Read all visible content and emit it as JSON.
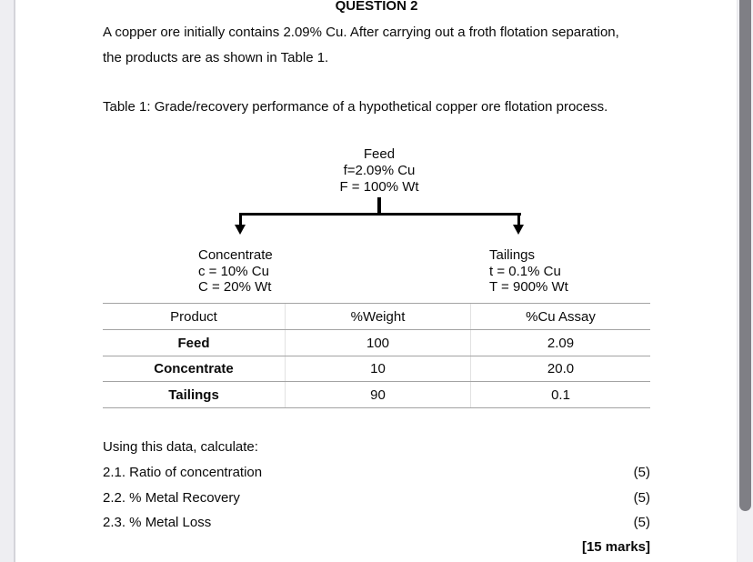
{
  "page": {
    "title": "QUESTION 2",
    "intro_line1": "A copper ore initially contains 2.09% Cu. After carrying out a froth flotation separation,",
    "intro_line2": "the products are as shown in Table 1.",
    "table_caption": "Table 1: Grade/recovery performance of a hypothetical copper ore flotation process."
  },
  "diagram": {
    "feed": {
      "label": "Feed",
      "assay": "f=2.09% Cu",
      "weight": "F = 100% Wt"
    },
    "concentrate": {
      "label": "Concentrate",
      "assay": "c = 10% Cu",
      "weight": "C = 20% Wt"
    },
    "tailings": {
      "label": "Tailings",
      "assay": "t = 0.1% Cu",
      "weight": "T = 900% Wt"
    }
  },
  "table": {
    "headers": [
      "Product",
      "%Weight",
      "%Cu Assay"
    ],
    "rows": [
      {
        "product": "Feed",
        "weight": "100",
        "assay": "2.09"
      },
      {
        "product": "Concentrate",
        "weight": "10",
        "assay": "20.0"
      },
      {
        "product": "Tailings",
        "weight": "90",
        "assay": "0.1"
      }
    ]
  },
  "questions": {
    "instruction": "Using this data, calculate:",
    "items": [
      {
        "label": "2.1. Ratio of concentration",
        "marks": "(5)"
      },
      {
        "label": "2.2. % Metal Recovery",
        "marks": "(5)"
      },
      {
        "label": "2.3. % Metal Loss",
        "marks": "(5)"
      }
    ],
    "total": "[15 marks]"
  }
}
